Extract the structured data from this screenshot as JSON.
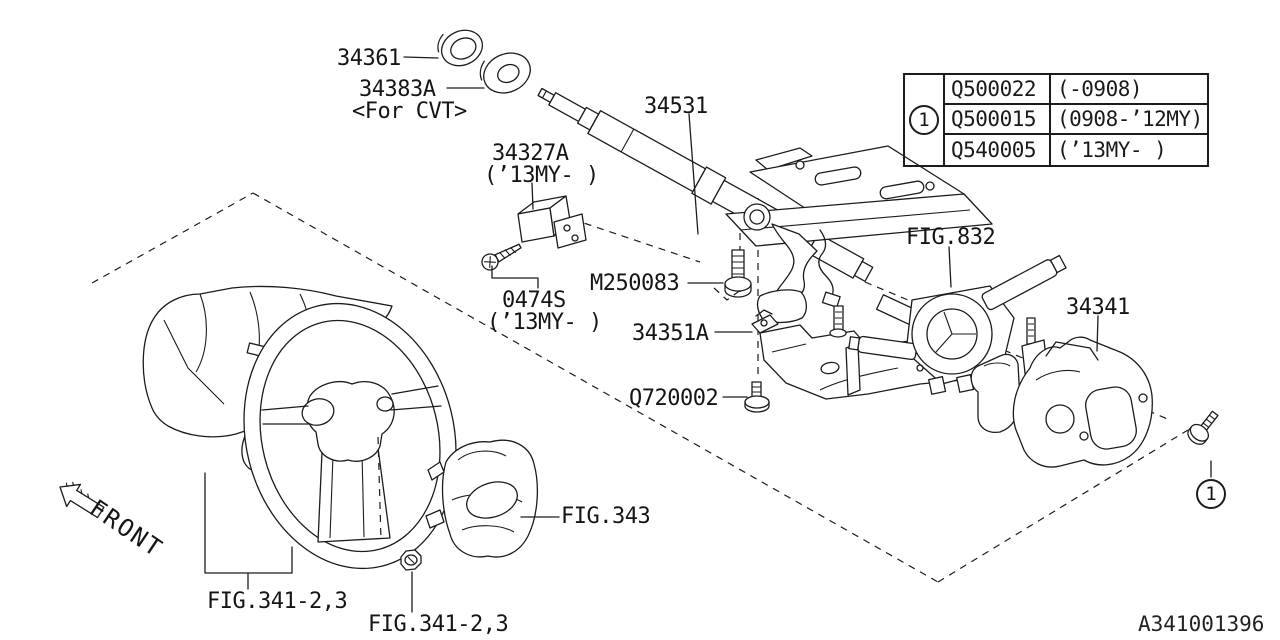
{
  "figure_code": "A341001396",
  "orientation_label": "FRONT",
  "labels": {
    "seal": "34361",
    "washer": "34383A",
    "washer_note": "<For CVT>",
    "column": "34531",
    "lock_unit": "34327A",
    "lock_unit_note": "(’13MY- )",
    "lock_screw": "0474S",
    "lock_screw_note": "(’13MY- )",
    "bolt": "M250083",
    "bracket": "34351A",
    "screw": "Q720002",
    "switch_fig": "FIG.832",
    "cover": "34341",
    "clock_spring_fig": "FIG.343",
    "wheel_fig": "FIG.341-2,3",
    "nut_fig": "FIG.341-2,3",
    "marker": "1"
  },
  "parts_table": {
    "marker": "1",
    "rows": [
      {
        "part_no": "Q500022",
        "applicability": "(-0908)"
      },
      {
        "part_no": "Q500015",
        "applicability": "(0908-’12MY)"
      },
      {
        "part_no": "Q540005",
        "applicability": "(’13MY- )"
      }
    ]
  }
}
